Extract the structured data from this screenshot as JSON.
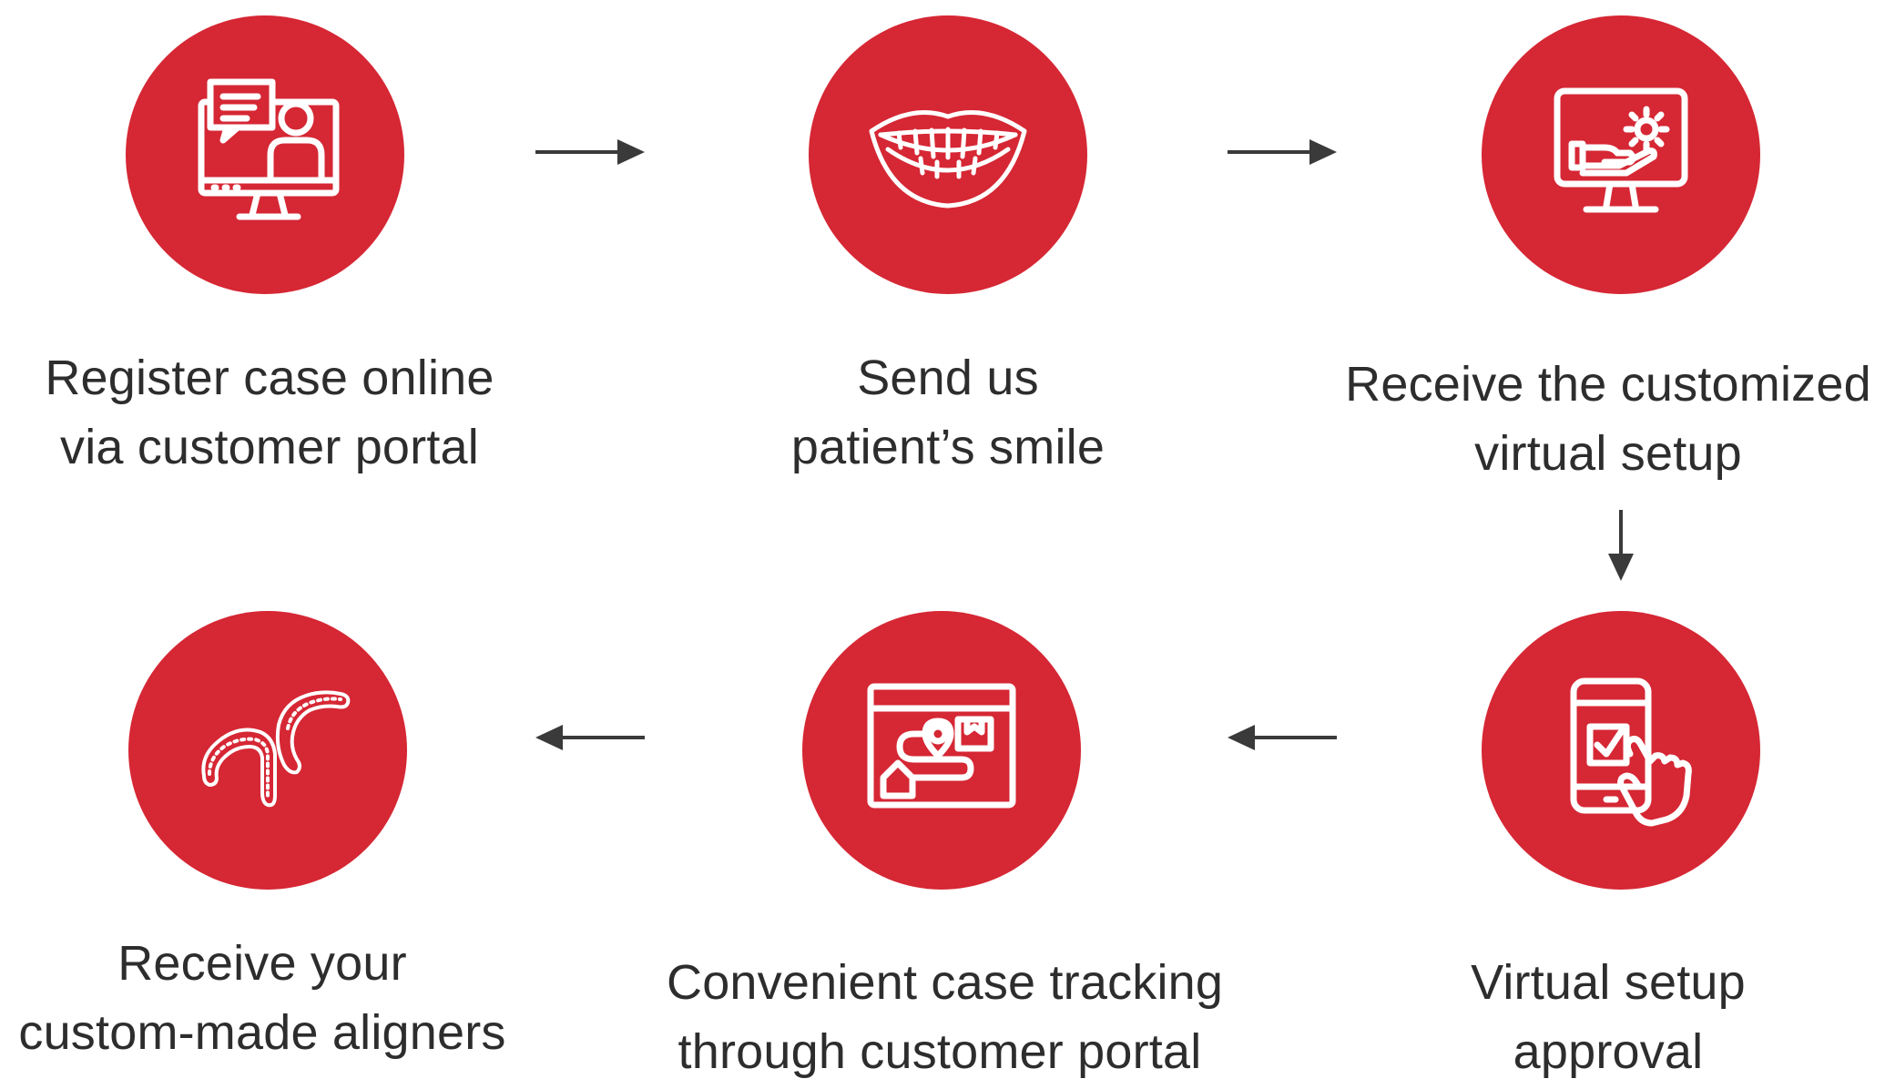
{
  "accent_color": "#d62734",
  "text_color": "#2d2d2d",
  "arrow_color": "#3a3a3a",
  "steps": [
    {
      "icon": "monitor-chat-icon",
      "line1": "Register case online",
      "line2": "via customer portal"
    },
    {
      "icon": "smile-icon",
      "line1": "Send us",
      "line2": "patient’s smile"
    },
    {
      "icon": "monitor-gear-hand-icon",
      "line1": "Receive the customized",
      "line2": "virtual setup"
    },
    {
      "icon": "phone-tap-check-icon",
      "line1": "Virtual setup",
      "line2": "approval"
    },
    {
      "icon": "tracking-map-icon",
      "line1": "Convenient case tracking",
      "line2": "through customer portal"
    },
    {
      "icon": "aligners-icon",
      "line1": "Receive your",
      "line2": "custom-made aligners"
    }
  ]
}
